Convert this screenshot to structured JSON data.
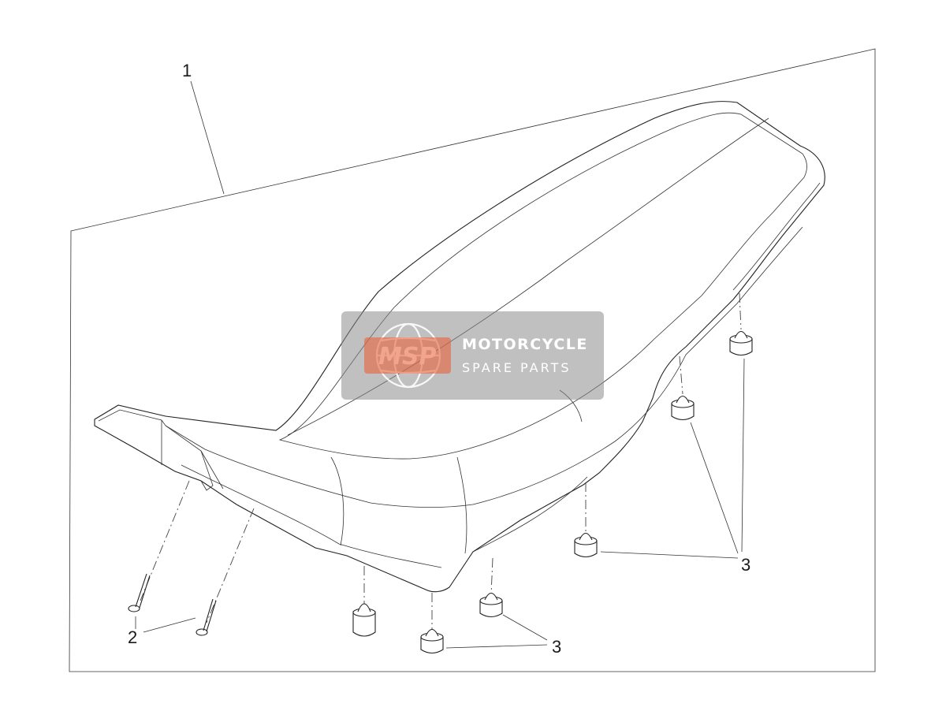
{
  "callouts": {
    "seat_assembly": "1",
    "screws": "2",
    "rubber_mounts_right": "3",
    "rubber_mounts_bottom": "3"
  },
  "watermark": {
    "badge": "MSP",
    "line1": "MOTORCYCLE",
    "line2": "SPARE PARTS",
    "badge_color": "#e8603c",
    "box_color": "#8c8c8c"
  }
}
